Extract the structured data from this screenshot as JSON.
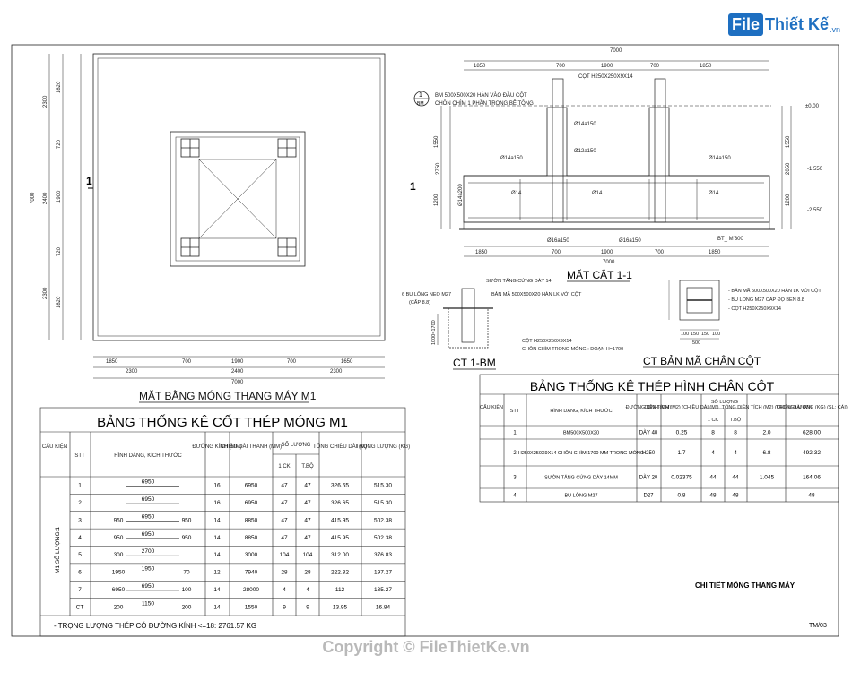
{
  "logo": {
    "file": "File",
    "rest": "Thiết Kế",
    "vn": ".vn"
  },
  "plan": {
    "title": "MẶT BẰNG MÓNG THANG MÁY M1",
    "section_mark": "1",
    "top_dims": [
      "1850",
      "700",
      "1900",
      "700",
      "1650"
    ],
    "mid_dims": [
      "2300",
      "2400",
      "2300"
    ],
    "total": "7000",
    "left_outer": [
      "2300",
      "2400",
      "2300"
    ],
    "left_inner": [
      "1820",
      "720",
      "1900",
      "720",
      "1820"
    ],
    "left_total": "7000"
  },
  "section": {
    "title": "MẶT CẮT 1-1",
    "mark": "1",
    "top_total": "7000",
    "top_dims": [
      "1850",
      "700",
      "1900",
      "700",
      "1850"
    ],
    "bottom_dims": [
      "1850",
      "700",
      "1900",
      "700",
      "1850"
    ],
    "bottom_total": "7000",
    "callout_id": "1",
    "callout_sub": "BM",
    "notes": [
      "BM 500X500X20    HÀN VÀO ĐẦU CỘT",
      "CHÔN CHÌM 1 PHẦN TRONG BÊ TÔNG",
      "CỘT H250X250X9X14"
    ],
    "rebar_labels": [
      "Ø14a150",
      "Ø12a150",
      "Ø14a150",
      "Ø14a150",
      "Ø14",
      "Ø14",
      "Ø14",
      "Ø16a150",
      "Ø16a150",
      "Ø14a200"
    ],
    "levels": [
      "±0.00",
      "-1.550",
      "-2.550"
    ],
    "bt_label": "BT_ M'300",
    "left_dims": [
      "2750",
      "1200",
      "1550"
    ],
    "right_dims": [
      "2050",
      "1200",
      "1550"
    ]
  },
  "ct1bm": {
    "title": "CT 1-BM",
    "notes": [
      "SƯỜN TĂNG CỨNG DÀY 14",
      "6 BU LÔNG NEO M27",
      "(CẤP 8.8)",
      "BẢN MÃ 500X500X20 HÀN LK VỚI CỘT",
      "CỘT H250X250X9X14",
      "CHÔN CHÌM TRONG MÓNG : ĐOẠN H=1700"
    ],
    "dim": "1000=1700"
  },
  "plate": {
    "title": "CT BẢN MÃ CHÂN CỘT",
    "notes": [
      "- BẢN MÃ 500X500X20 HÀN LK VỚI CỘT",
      "- BU LÔNG M27 CẤP ĐỘ BỀN 8.8",
      "- CỘT H250X250X9X14"
    ],
    "dims_bottom": [
      "100",
      "150",
      "150",
      "100"
    ],
    "total": "500"
  },
  "table1": {
    "title": "BẢNG THỐNG KÊ CỐT THÉP MÓNG M1",
    "headers": [
      "CẤU KIỆN",
      "STT",
      "HÌNH DÁNG, KÍCH THƯỚC",
      "ĐƯỜNG KÍNH (MM)",
      "CHIỀU DÀI THANH (MM)",
      "SỐ LƯỢNG",
      "1 CK",
      "T.BỘ",
      "TỔNG CHIỀU DÀI (M)",
      "TRỌNG LƯỢNG (KG)"
    ],
    "component": "M1  SỐ LƯỢNG:1",
    "rows": [
      {
        "stt": "1",
        "shape": [
          "",
          "6950",
          ""
        ],
        "d": "16",
        "len": "6950",
        "ck": "47",
        "tb": "47",
        "tot": "326.65",
        "w": "515.30"
      },
      {
        "stt": "2",
        "shape": [
          "",
          "6950",
          ""
        ],
        "d": "16",
        "len": "6950",
        "ck": "47",
        "tb": "47",
        "tot": "326.65",
        "w": "515.30"
      },
      {
        "stt": "3",
        "shape": [
          "950",
          "6950",
          "950"
        ],
        "d": "14",
        "len": "8850",
        "ck": "47",
        "tb": "47",
        "tot": "415.95",
        "w": "502.38"
      },
      {
        "stt": "4",
        "shape": [
          "950",
          "6950",
          "950"
        ],
        "d": "14",
        "len": "8850",
        "ck": "47",
        "tb": "47",
        "tot": "415.95",
        "w": "502.38"
      },
      {
        "stt": "5",
        "shape": [
          "300",
          "2700",
          ""
        ],
        "d": "14",
        "len": "3000",
        "ck": "104",
        "tb": "104",
        "tot": "312.00",
        "w": "376.83"
      },
      {
        "stt": "6",
        "shape": [
          "1950",
          "1950",
          "70"
        ],
        "d": "12",
        "len": "7940",
        "ck": "28",
        "tb": "28",
        "tot": "222.32",
        "w": "197.27"
      },
      {
        "stt": "7",
        "shape": [
          "6950",
          "6950",
          "100"
        ],
        "d": "14",
        "len": "28000",
        "ck": "4",
        "tb": "4",
        "tot": "112",
        "w": "135.27"
      },
      {
        "stt": "CT",
        "shape": [
          "200",
          "1150",
          "200"
        ],
        "d": "14",
        "len": "1550",
        "ck": "9",
        "tb": "9",
        "tot": "13.95",
        "w": "16.84"
      }
    ],
    "footer": "- TRỌNG LƯỢNG THÉP CÓ ĐƯỜNG KÍNH <=18:  2761.57 KG"
  },
  "table2": {
    "title": "BẢNG THỐNG KÊ THÉP HÌNH CHÂN CỘT",
    "headers": [
      "CẤU KIỆN",
      "STT",
      "HÌNH DẠNG, KÍCH THƯỚC",
      "ĐƯỜNG KÍNH (MM)",
      "DIỆN TÍCH (M2) (CHIỀU DÀI (M))",
      "SỐ LƯỢNG",
      "1 CK",
      "T.BỘ",
      "TỔNG DIỆN TÍCH (M2) (CHIỀU DÀI (M))",
      "TRỌNG LƯỢNG (KG) (SL: CÁI)"
    ],
    "rows": [
      {
        "stt": "1",
        "shape": "BM500X500X20",
        "d": "DÀY 40",
        "area": "0.25",
        "ck": "8",
        "tb": "8",
        "tot": "2.0",
        "w": "628.00"
      },
      {
        "stt": "2",
        "shape": "H250X250X9X14  CHÔN CHÌM 1700 MM TRONG MÓNG",
        "d": "H250",
        "area": "1.7",
        "ck": "4",
        "tb": "4",
        "tot": "6.8",
        "w": "492.32"
      },
      {
        "stt": "3",
        "shape": "SƯỜN TĂNG CỨNG DÀY 14MM",
        "d": "DÀY 20",
        "area": "0.02375",
        "ck": "44",
        "tb": "44",
        "tot": "1.045",
        "w": "164.06"
      },
      {
        "stt": "4",
        "shape": "BU LÔNG M27",
        "d": "D27",
        "area": "0.8",
        "ck": "48",
        "tb": "48",
        "tot": "",
        "w": "48"
      }
    ]
  },
  "sheet_title": "CHI TIẾT MÓNG THANG MÁY",
  "sheet_no": "TM/03",
  "copyright": "Copyright © FileThietKe.vn"
}
